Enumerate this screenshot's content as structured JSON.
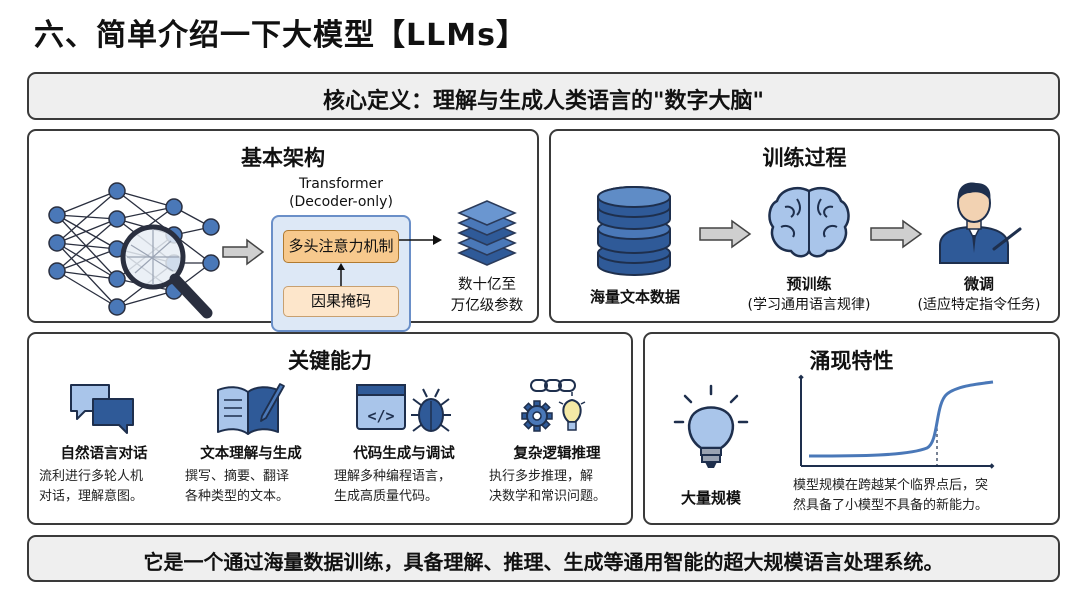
{
  "header": {
    "title": "六、简单介绍一下大模型【LLMs】"
  },
  "definition": {
    "text": "核心定义：理解与生成人类语言的\"数字大脑\""
  },
  "architecture": {
    "title": "基本架构",
    "transformer_line1": "Transformer",
    "transformer_line2": "(Decoder-only)",
    "attention_label": "多头注意力机制",
    "mask_label": "因果掩码",
    "params_line1": "数十亿至",
    "params_line2": "万亿级参数",
    "icons": [
      "neural-network-icon",
      "magnifier-icon",
      "arrow-right-icon",
      "stacked-layers-icon"
    ]
  },
  "training": {
    "title": "训练过程",
    "data_label": "海量文本数据",
    "pretrain_label": "预训练",
    "pretrain_desc": "(学习通用语言规律)",
    "finetune_label": "微调",
    "finetune_desc": "(适应特定指令任务)",
    "icons": [
      "database-icon",
      "brain-icon",
      "teacher-icon"
    ]
  },
  "capabilities": {
    "title": "关键能力",
    "items": [
      {
        "icon": "chat-bubbles-icon",
        "title": "自然语言对话",
        "desc_line1": "流利进行多轮人机",
        "desc_line2": "对话，理解意图。"
      },
      {
        "icon": "book-pen-icon",
        "title": "文本理解与生成",
        "desc_line1": "撰写、摘要、翻译",
        "desc_line2": "各种类型的文本。"
      },
      {
        "icon": "code-bug-icon",
        "title": "代码生成与调试",
        "desc_line1": "理解多种编程语言，",
        "desc_line2": "生成高质量代码。"
      },
      {
        "icon": "gears-lightbulb-icon",
        "title": "复杂逻辑推理",
        "desc_line1": "执行多步推理，解",
        "desc_line2": "决数学和常识问题。"
      }
    ]
  },
  "emergence": {
    "title": "涌现特性",
    "scale_label": "大量规模",
    "desc_line1": "模型规模在跨越某个临界点后，突",
    "desc_line2": "然具备了小模型不具备的新能力。",
    "icons": [
      "lightbulb-icon",
      "s-curve-chart-icon"
    ]
  },
  "summary": {
    "text": "它是一个通过海量数据训练，具备理解、推理、生成等通用智能的超大规模语言处理系统。"
  },
  "colors": {
    "accent_blue": "#4a78b8",
    "panel_gray": "#efefef",
    "orange": "#f7c98d",
    "light_orange": "#fde6cb"
  }
}
